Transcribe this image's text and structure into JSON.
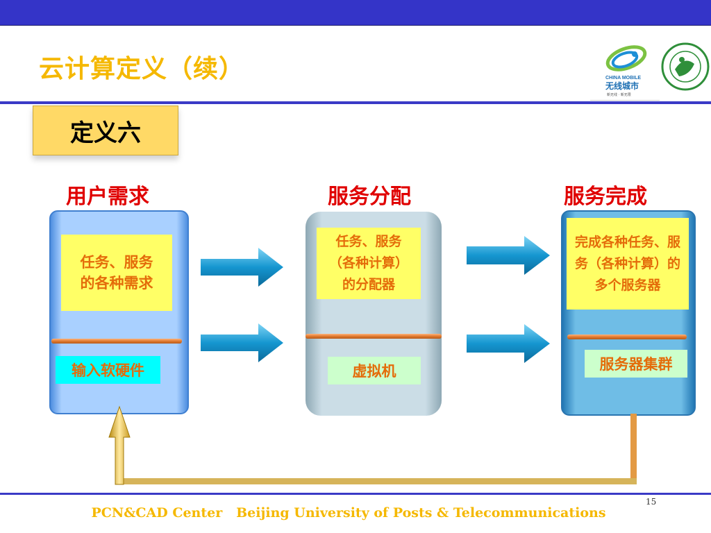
{
  "slide": {
    "title": "云计算定义（续）",
    "definition_tab": "定义六",
    "page_number": "15"
  },
  "columns": {
    "user": {
      "heading": "用户需求",
      "note": "任务、服务的各种需求",
      "tag": "输入软硬件"
    },
    "vm": {
      "heading": "服务分配",
      "note": "任务、服务（各种计算）的分配器",
      "tag": "虚拟机"
    },
    "server": {
      "heading": "服务完成",
      "note": "完成各种任务、服务（各种计算）的多个服务器",
      "tag": "服务器集群"
    }
  },
  "footer": {
    "org": "PCN&CAD Center",
    "university": "Beijing University of Posts & Telecommunications"
  },
  "logos": {
    "china_mobile": {
      "line1": "CHINA MOBILE",
      "line2": "无线城市",
      "line3": "新无线 · 新无限"
    },
    "university_seal": {
      "icon": "university-seal-icon"
    }
  },
  "colors": {
    "top_bar": "#3434c8",
    "title": "#f5b800",
    "heading": "#e00000",
    "note_text": "#e46c0a",
    "note_bg": "#ffff66",
    "arrow": "#1596d0"
  }
}
